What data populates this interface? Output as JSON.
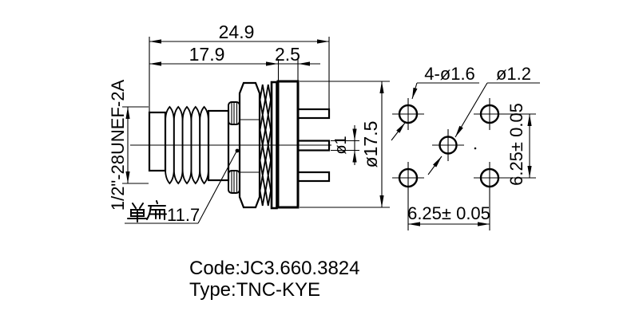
{
  "title_block": {
    "code": "Code:JC3.660.3824",
    "type": "Type:TNC-KYE"
  },
  "side_view": {
    "dim_overall_length": "24.9",
    "dim_body_length": "17.9",
    "dim_flange_thickness": "2.5",
    "thread_spec": "1/2\"-28UNEF-2A",
    "flat_callout": {
      "full_text": "单扁11.7",
      "cjk_prefix": "单扁",
      "value": "11.7"
    },
    "dim_pin_diameter": "ø1",
    "dim_flange_diameter": "ø17.5"
  },
  "hole_pattern_view": {
    "corner_holes_callout": "4-ø1.6",
    "center_hole_callout": "ø1.2",
    "dim_horizontal_spacing": "6.25± 0.05",
    "dim_vertical_spacing": "6.25± 0.05"
  },
  "colors": {
    "line": "#000000",
    "background": "#ffffff"
  }
}
